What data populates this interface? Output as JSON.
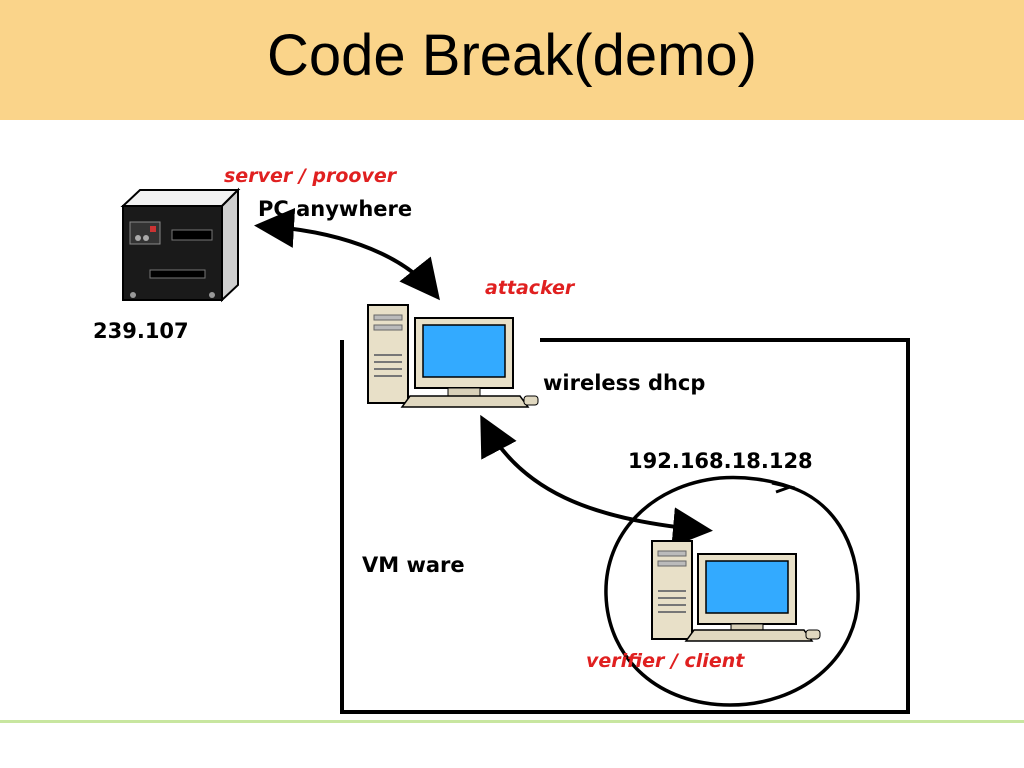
{
  "title": "Code Break(demo)",
  "diagram": {
    "server": {
      "role_label": "server / proover",
      "software_label": "PC anywhere",
      "address": "239.107",
      "icon": "server-tower-icon"
    },
    "attacker": {
      "role_label": "attacker",
      "network_label": "wireless dhcp",
      "icon": "desktop-computer-icon"
    },
    "client": {
      "role_label": "verifier / client",
      "address": "192.168.18.128",
      "icon": "desktop-computer-icon"
    },
    "vm_label": "VM ware",
    "colors": {
      "title_bar": "#fad48a",
      "role_label": "#e02020",
      "text": "#000000",
      "bottom_rule": "#c8e6a0"
    }
  }
}
